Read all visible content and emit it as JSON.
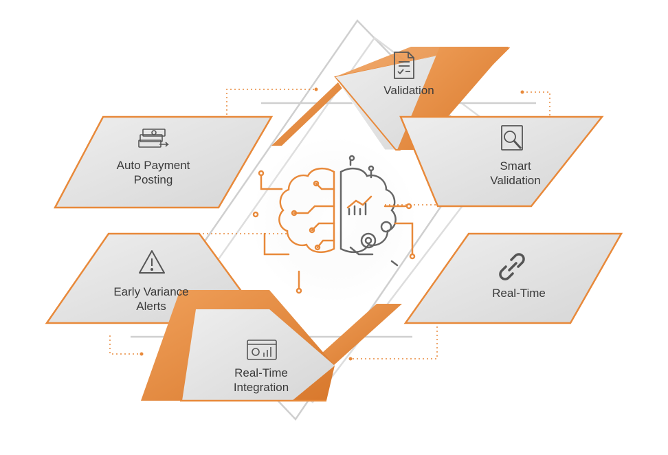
{
  "diagram": {
    "accent_color": "#e8893a",
    "panel_color": "#dcdcdc",
    "line_color": "#c8c8c8",
    "center_icon": "brain-circuit-gear-icon",
    "nodes": [
      {
        "id": "validation",
        "label_lines": [
          "Validation"
        ],
        "icon": "checklist-document-icon"
      },
      {
        "id": "smart-validation",
        "label_lines": [
          "Smart",
          "Validation"
        ],
        "icon": "document-magnifier-icon"
      },
      {
        "id": "auto-payment-posting",
        "label_lines": [
          "Auto Payment",
          "Posting"
        ],
        "icon": "money-stack-icon"
      },
      {
        "id": "early-variance-alerts",
        "label_lines": [
          "Early Variance",
          "Alerts"
        ],
        "icon": "warning-triangle-icon"
      },
      {
        "id": "real-time",
        "label_lines": [
          "Real-Time"
        ],
        "icon": "chain-link-icon"
      },
      {
        "id": "real-time-integration",
        "label_lines": [
          "Real-Time",
          "Integration"
        ],
        "icon": "dashboard-chart-icon"
      }
    ]
  }
}
